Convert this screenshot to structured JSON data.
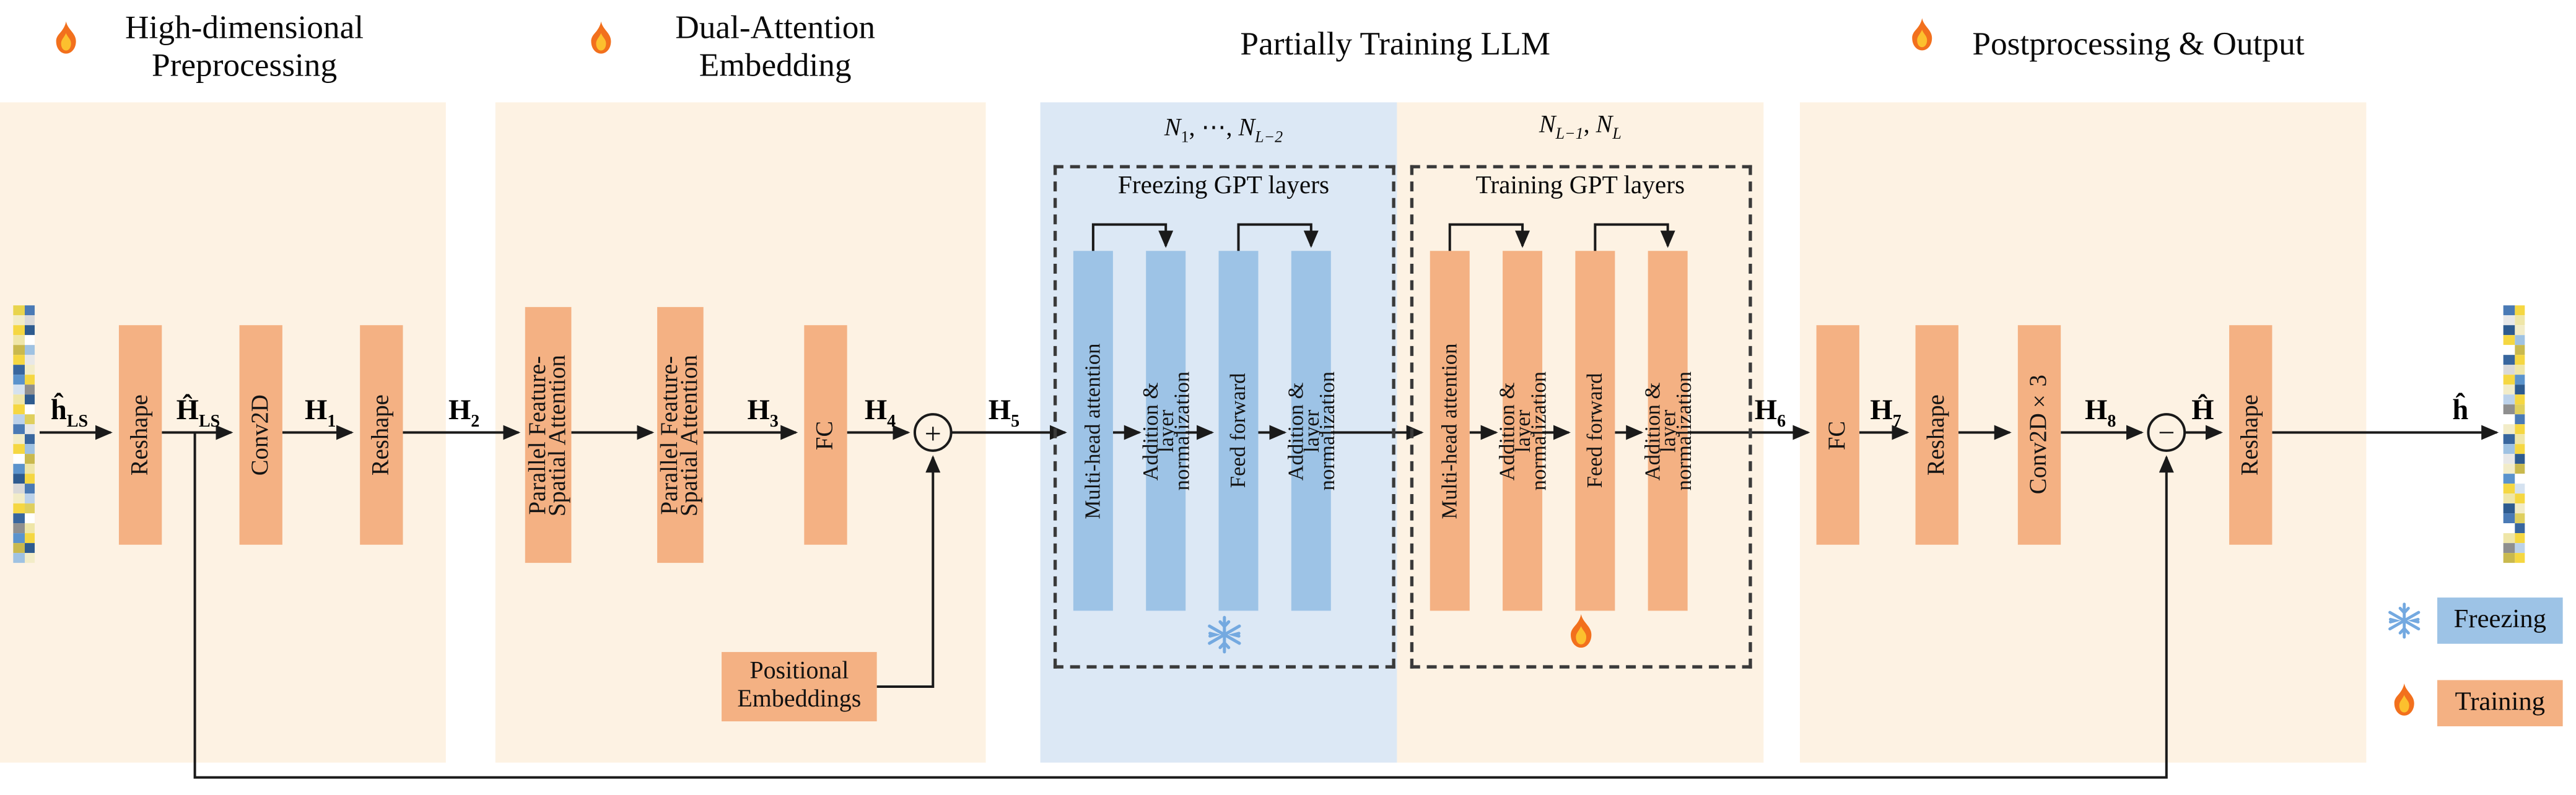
{
  "colors": {
    "panel_cream": "#fdf2e3",
    "panel_blue": "#dce8f5",
    "block_orange": "#f4b183",
    "block_blue": "#9dc3e6",
    "line": "#1a1a1a"
  },
  "sections": [
    {
      "id": "preprocessing",
      "icon": "fire-icon",
      "title_lines": [
        "High-dimensional",
        "Preprocessing"
      ]
    },
    {
      "id": "embedding",
      "icon": "fire-icon",
      "title_lines": [
        "Dual-Attention",
        "Embedding"
      ]
    },
    {
      "id": "llm",
      "title_lines": [
        "Partially Training LLM"
      ]
    },
    {
      "id": "postprocessing",
      "icon": "fire-icon",
      "title_lines": [
        "Postprocessing & Output"
      ]
    }
  ],
  "blocks": {
    "reshape": "Reshape",
    "conv2d": "Conv2D",
    "conv2dx3": "Conv2D×3",
    "pfsa": [
      "Parallel Feature-",
      "Spatial Attention"
    ],
    "fc": "FC",
    "pos_emb": [
      "Positional",
      "Embeddings"
    ],
    "mha": "Multi-head attention",
    "addnorm": [
      "Addition &",
      "layer",
      "normalization"
    ],
    "ff": "Feed forward"
  },
  "gpt_boxes": [
    {
      "title": "Freezing GPT layers",
      "icon": "snowflake-icon",
      "range": [
        {
          "t": "N",
          "i": true
        },
        {
          "t": "1",
          "sub": true
        },
        {
          "t": ", ⋯, "
        },
        {
          "t": "N",
          "i": true
        },
        {
          "t": "L−2",
          "sub": true,
          "i": true
        }
      ]
    },
    {
      "title": "Training GPT layers",
      "icon": "fire-icon",
      "range": [
        {
          "t": "N",
          "i": true
        },
        {
          "t": "L−1",
          "sub": true,
          "i": true
        },
        {
          "t": ", "
        },
        {
          "t": "N",
          "i": true
        },
        {
          "t": "L",
          "sub": true,
          "i": true
        }
      ]
    }
  ],
  "labels": {
    "h_in": [
      {
        "t": "ĥ"
      },
      {
        "t": "LS",
        "sub": true
      }
    ],
    "h_ls": [
      {
        "t": "Ĥ"
      },
      {
        "t": "LS",
        "sub": true
      }
    ],
    "h1": [
      {
        "t": "H"
      },
      {
        "t": "1",
        "sub": true
      }
    ],
    "h2": [
      {
        "t": "H"
      },
      {
        "t": "2",
        "sub": true
      }
    ],
    "h3": [
      {
        "t": "H"
      },
      {
        "t": "3",
        "sub": true
      }
    ],
    "h4": [
      {
        "t": "H"
      },
      {
        "t": "4",
        "sub": true
      }
    ],
    "h5": [
      {
        "t": "H"
      },
      {
        "t": "5",
        "sub": true
      }
    ],
    "h6": [
      {
        "t": "H"
      },
      {
        "t": "6",
        "sub": true
      }
    ],
    "h7": [
      {
        "t": "H"
      },
      {
        "t": "7",
        "sub": true
      }
    ],
    "h8": [
      {
        "t": "H"
      },
      {
        "t": "8",
        "sub": true
      }
    ],
    "h_hat": [
      {
        "t": "Ĥ"
      }
    ],
    "h_out": [
      {
        "t": "ĥ"
      }
    ]
  },
  "operators": {
    "sum": "+",
    "difference": "−"
  },
  "legend": [
    {
      "icon": "snowflake-icon",
      "label": "Freezing",
      "color": "#9dc3e6"
    },
    {
      "icon": "fire-icon",
      "label": "Training",
      "color": "#f4b183"
    }
  ],
  "strips": {
    "input": [
      "#e8d44d",
      "#4a7ab5",
      "#f2ecc8",
      "#d9d9d9",
      "#f5d742",
      "#2e5b8f",
      "#efe6a8",
      "#ffffff",
      "#c9b94e",
      "#9fc2e2",
      "#f5d742",
      "#e8e8e8",
      "#38669e",
      "#f2ecc8",
      "#5b93cc",
      "#f5d742",
      "#d5e2f0",
      "#8f8f8f",
      "#efe6a8",
      "#2e5b8f",
      "#f5d742",
      "#ffffff",
      "#bcd2ea",
      "#dfcf5e",
      "#4a7ab5",
      "#e8e8e8",
      "#f2ecc8",
      "#38669e",
      "#f5d742",
      "#9fc2e2",
      "#ffffff",
      "#c9b94e",
      "#5b93cc",
      "#efe6a8",
      "#2e5b8f",
      "#f5d742",
      "#d9d9d9",
      "#4a7ab5",
      "#f2ecc8",
      "#bcd2ea",
      "#f5d742",
      "#dfcf5e",
      "#38669e",
      "#ffffff",
      "#8f8f8f",
      "#efe6a8",
      "#5b93cc",
      "#f5d742",
      "#c9b94e",
      "#2e5b8f",
      "#9fc2e2",
      "#f2ecc8"
    ],
    "output": [
      "#4a7ab5",
      "#f5d742",
      "#e8e8e8",
      "#efe6a8",
      "#2e5b8f",
      "#f2ecc8",
      "#f5d742",
      "#9fc2e2",
      "#ffffff",
      "#c9b94e",
      "#38669e",
      "#f5d742",
      "#d9d9d9",
      "#efe6a8",
      "#f5d742",
      "#5b93cc",
      "#f2ecc8",
      "#2e5b8f",
      "#bcd2ea",
      "#f5d742",
      "#8f8f8f",
      "#dfcf5e",
      "#ffffff",
      "#4a7ab5",
      "#f2ecc8",
      "#f5d742",
      "#38669e",
      "#efe6a8",
      "#9fc2e2",
      "#f5d742",
      "#e8e8e8",
      "#2e5b8f",
      "#f2ecc8",
      "#c9b94e",
      "#5b93cc",
      "#ffffff",
      "#f5d742",
      "#d5e2f0",
      "#efe6a8",
      "#f5d742",
      "#2e5b8f",
      "#f2ecc8",
      "#4a7ab5",
      "#dfcf5e",
      "#ffffff",
      "#38669e",
      "#efe6a8",
      "#f5d742",
      "#8f8f8f",
      "#bcd2ea",
      "#c9b94e",
      "#f5d742"
    ]
  }
}
